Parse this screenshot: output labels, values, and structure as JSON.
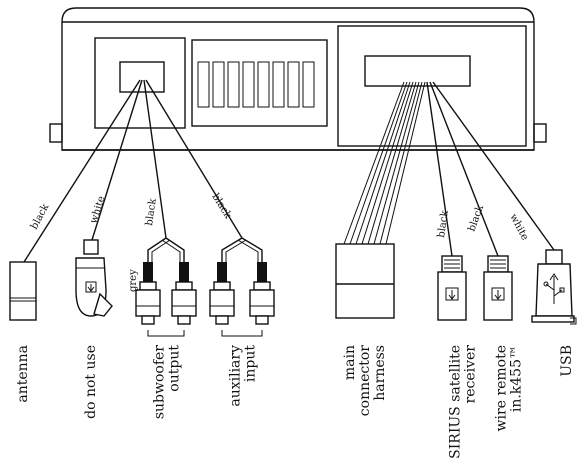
{
  "wire_labels": {
    "antenna": "black",
    "do_not_use": "white",
    "subwoofer": "black",
    "grey": "grey",
    "auxiliary": "black",
    "sirius": "black",
    "wire_remote": "black",
    "usb": "white"
  },
  "connectors": [
    {
      "lines": [
        "antenna"
      ]
    },
    {
      "lines": [
        "do not use"
      ]
    },
    {
      "lines": [
        "subwoofer",
        "output"
      ]
    },
    {
      "lines": [
        "auxiliary",
        "input"
      ]
    },
    {
      "lines": [
        "main",
        "connector",
        "harness"
      ]
    },
    {
      "lines": [
        "SIRIUS satellite",
        "receiver"
      ]
    },
    {
      "lines": [
        "wire remote",
        "in.k455™"
      ]
    },
    {
      "lines": [
        "USB"
      ]
    }
  ]
}
